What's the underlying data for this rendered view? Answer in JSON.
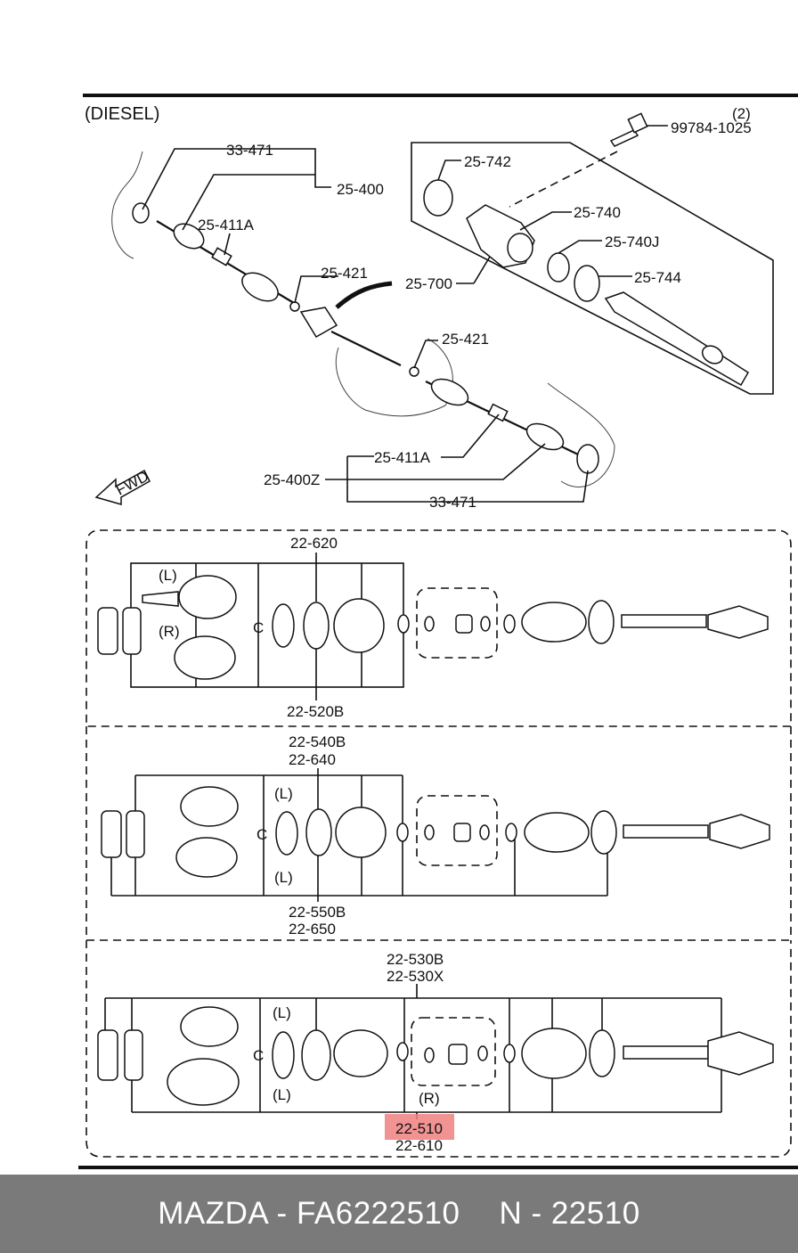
{
  "header": {
    "section_label": "(DIESEL)"
  },
  "upper_labels": {
    "qty": "(2)",
    "bolt": "99784-1025",
    "l_33471_top": "33-471",
    "l_25400": "25-400",
    "l_25411A_top": "25-411A",
    "l_25421_a": "25-421",
    "l_25742": "25-742",
    "l_25740": "25-740",
    "l_25740J": "25-740J",
    "l_25744": "25-744",
    "l_25700": "25-700",
    "l_25421_b": "25-421",
    "l_25411A_bot": "25-411A",
    "l_25400Z": "25-400Z",
    "l_33471_bot": "33-471",
    "fwd": "FWD"
  },
  "panel1": {
    "top": "22-620",
    "bottom": "22-520B",
    "left_tag": "(L)",
    "right_tag": "(R)"
  },
  "panel2": {
    "top_a": "22-540B",
    "top_b": "22-640",
    "bottom_a": "22-550B",
    "bottom_b": "22-650",
    "tag_l_top": "(L)",
    "tag_l_bot": "(L)"
  },
  "panel3": {
    "top_a": "22-530B",
    "top_b": "22-530X",
    "bottom_a": "22-510",
    "bottom_b": "22-610",
    "tag_l_top": "(L)",
    "tag_l_bot": "(L)",
    "tag_r": "(R)",
    "highlight_color": "#f08080"
  },
  "footer": {
    "brand_part": "MAZDA - FA6222510",
    "number": "N - 22510"
  }
}
